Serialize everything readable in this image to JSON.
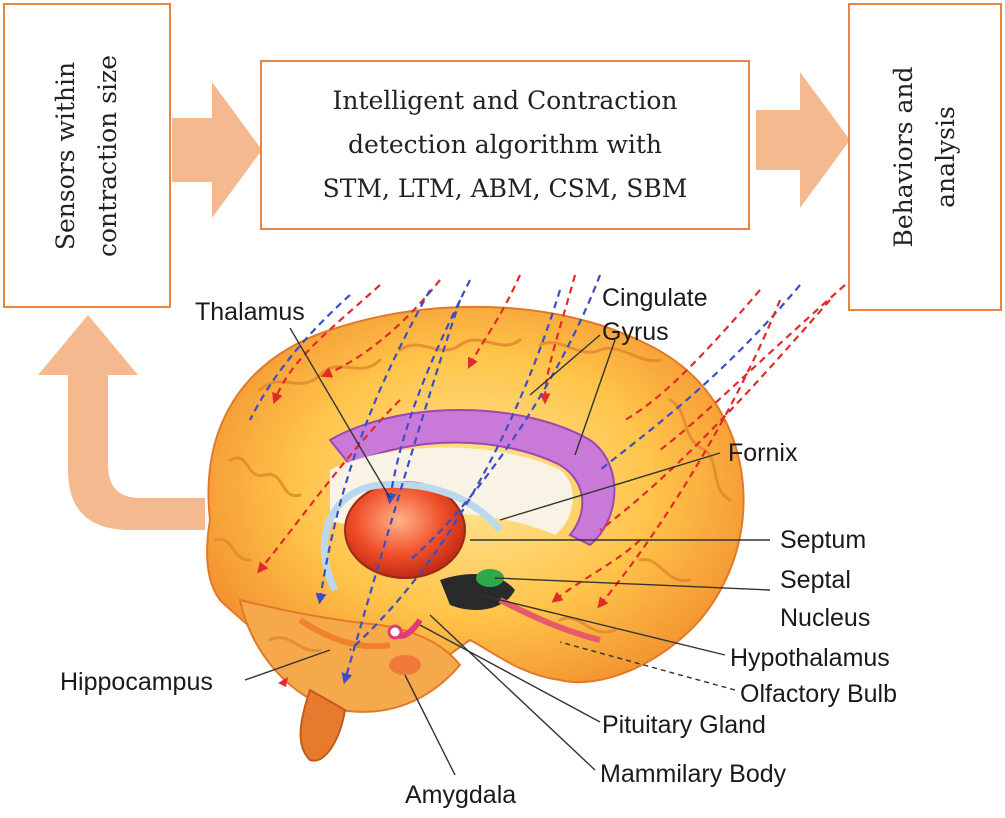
{
  "boxes": {
    "sensors": {
      "line1": "Sensors within",
      "line2": "contraction size"
    },
    "algorithm": {
      "line1": "Intelligent and Contraction",
      "line2": "detection algorithm with",
      "line3": "STM, LTM, ABM, CSM, SBM"
    },
    "behaviors": {
      "line1": "Behaviors and",
      "line2": "analysis"
    }
  },
  "labels": {
    "thalamus": "Thalamus",
    "cingulate": "Cingulate",
    "gyrus": "Gyrus",
    "fornix": "Fornix",
    "septum": "Septum",
    "septal": "Septal",
    "nucleus": "Nucleus",
    "hypothalamus": "Hypothalamus",
    "olfactory_bulb": "Olfactory Bulb",
    "pituitary_gland": "Pituitary Gland",
    "mammilary_body": "Mammilary Body",
    "hippocampus": "Hippocampus",
    "amygdala": "Amygdala"
  },
  "colors": {
    "box_border": "#e9853f",
    "flow_arrow": "#f4b98e",
    "signal_red": "#e32a2a",
    "signal_blue": "#3a4ec8",
    "cingulate_purple": "#c97ad8"
  }
}
